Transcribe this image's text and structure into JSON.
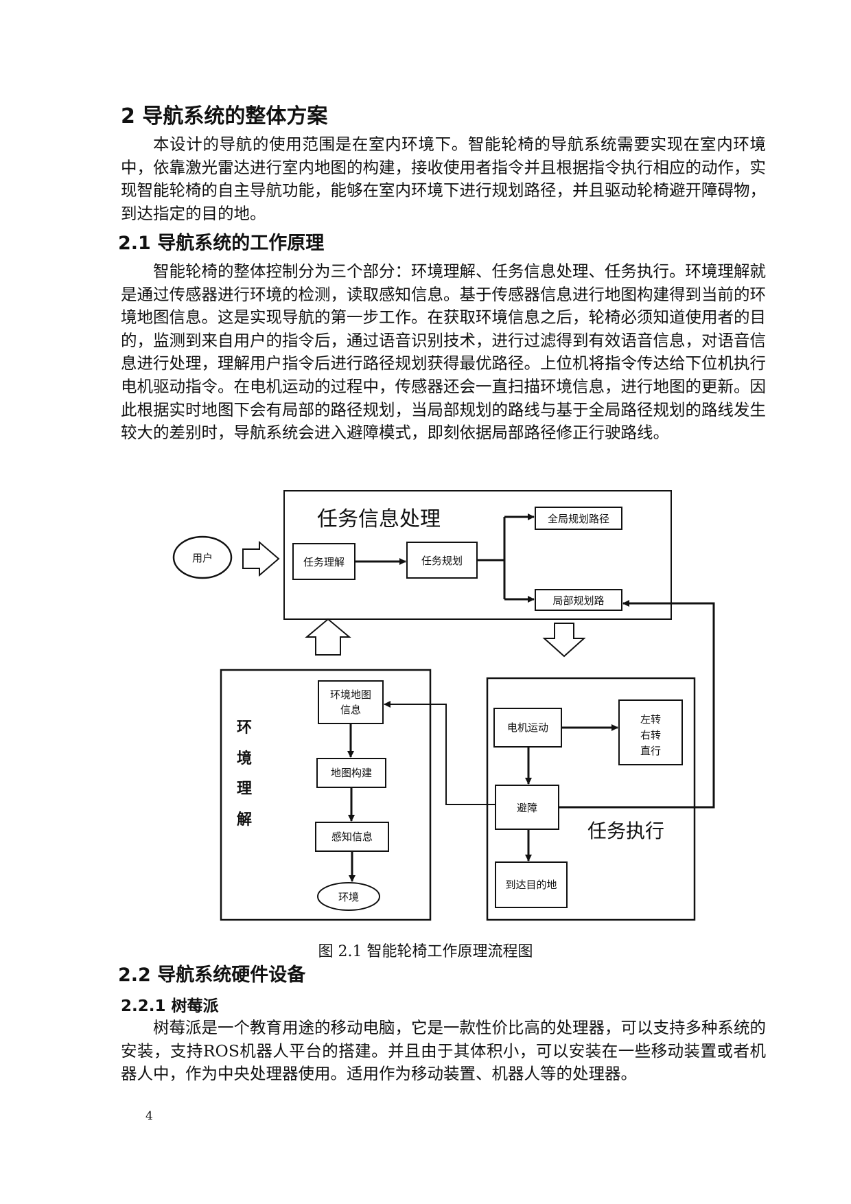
{
  "sections": {
    "main_title": "2 导航系统的整体方案",
    "s21_title": "2.1  导航系统的工作原理",
    "s22_title": "2.2  导航系统硬件设备",
    "s221_title": "2.2.1  树莓派"
  },
  "paragraphs": {
    "p1": "本设计的导航的使用范围是在室内环境下。智能轮椅的导航系统需要实现在室内环境中，依靠激光雷达进行室内地图的构建，接收使用者指令并且根据指令执行相应的动作，实现智能轮椅的自主导航功能，能够在室内环境下进行规划路径，并且驱动轮椅避开障碍物，到达指定的目的地。",
    "p2": "智能轮椅的整体控制分为三个部分：环境理解、任务信息处理、任务执行。环境理解就是通过传感器进行环境的检测，读取感知信息。基于传感器信息进行地图构建得到当前的环境地图信息。这是实现导航的第一步工作。在获取环境信息之后，轮椅必须知道使用者的目的，监测到来自用户的指令后，通过语音识别技术，进行过滤得到有效语音信息，对语音信息进行处理，理解用户指令后进行路径规划获得最优路径。上位机将指令传达给下位机执行电机驱动指令。在电机运动的过程中，传感器还会一直扫描环境信息，进行地图的更新。因此根据实时地图下会有局部的路径规划，当局部规划的路线与基于全局路径规划的路线发生较大的差别时，导航系统会进入避障模式，即刻依据局部路径修正行驶路线。",
    "p3": "树莓派是一个教育用途的移动电脑，它是一款性价比高的处理器，可以支持多种系统的安装，支持ROS机器人平台的搭建。并且由于其体积小，可以安装在一些移动装置或者机器人中，作为中央处理器使用。适用作为移动装置、机器人等的处理器。"
  },
  "diagram": {
    "task_processing_title": "任务信息处理",
    "user": "用户",
    "task_understanding": "任务理解",
    "task_planning": "任务规划",
    "global_path": "全局规划路径",
    "local_path": "局部规划路",
    "env_label_1": "环",
    "env_label_2": "境",
    "env_label_3": "理",
    "env_label_4": "解",
    "env_map_info_1": "环境地图",
    "env_map_info_2": "信息",
    "map_build": "地图构建",
    "perception": "感知信息",
    "environment": "环境",
    "motor_motion": "电机运动",
    "turn_left": "左转",
    "turn_right": "右转",
    "straight": "直行",
    "obstacle_avoid": "避障",
    "arrive": "到达目的地",
    "task_execution_title": "任务执行"
  },
  "figure_caption": "图 2.1 智能轮椅工作原理流程图",
  "page_number": "4"
}
